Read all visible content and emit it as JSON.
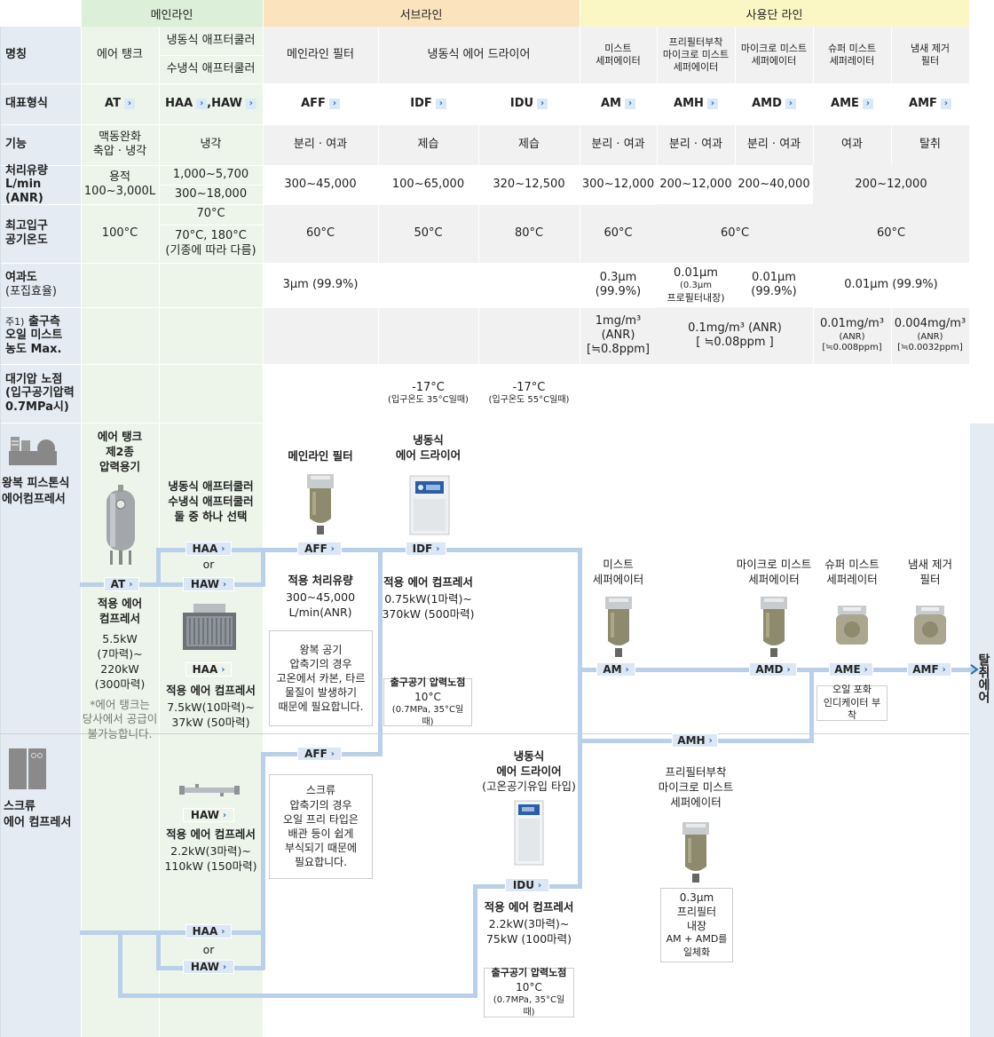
{
  "colors": {
    "main_header": "#dcefd8",
    "sub_header": "#fbe3bd",
    "use_header": "#fbf7c5",
    "main_band": "#edf5ea",
    "label_col": "#e4ebf2",
    "row_alt": "#f1f1f1",
    "pipe": "#b8d0ea",
    "tag_bg": "#dbe7f4",
    "accent": "#2a6db0"
  },
  "headers": {
    "main": "메인라인",
    "sub": "서브라인",
    "use": "사용단 라인"
  },
  "row_labels": {
    "name": "명칭",
    "model": "대표형식",
    "function": "기능",
    "flow": [
      "처리유량",
      "L/min (ANR)"
    ],
    "max_temp": [
      "최고입구",
      "공기온도"
    ],
    "filtration": [
      "여과도",
      "(포집효율)"
    ],
    "oil": [
      "출구측",
      "오일 미스트",
      "농도 Max."
    ],
    "oil_note": "주1)",
    "dew": [
      "대기압 노점",
      "(입구공기압력",
      "0.7MPa시)"
    ]
  },
  "names": {
    "tank": "에어 탱크",
    "aftercooler_1": "냉동식 애프터쿨러",
    "aftercooler_2": "수냉식 애프터쿨러",
    "main_filter": "메인라인 필터",
    "dryer": "냉동식 에어 드라이어",
    "am": [
      "미스트",
      "세퍼에이터"
    ],
    "amh": [
      "프리필터부착",
      "마이크로 미스트",
      "세퍼에이터"
    ],
    "amd": [
      "마이크로 미스트",
      "세퍼에이터"
    ],
    "ame": [
      "슈퍼 미스트",
      "세퍼레이터"
    ],
    "amf": [
      "냄새 제거",
      "필터"
    ]
  },
  "models": {
    "at": "AT",
    "haa_haw": "HAA",
    "haw": "HAW",
    "comma": ", ",
    "aff": "AFF",
    "idf": "IDF",
    "idu": "IDU",
    "am": "AM",
    "amh": "AMH",
    "amd": "AMD",
    "ame": "AME",
    "amf": "AMF"
  },
  "functions": {
    "tank": [
      "맥동완화",
      "축압 · 냉각"
    ],
    "cooler": "냉각",
    "aff": "분리 · 여과",
    "idf": "제습",
    "idu": "제습",
    "am": "분리 · 여과",
    "amh": "분리 · 여과",
    "amd": "분리 · 여과",
    "ame": "여과",
    "amf": "탈취"
  },
  "flow": {
    "tank": [
      "용적",
      "100~3,000L"
    ],
    "haa": "1,000~5,700",
    "haw": "300~18,000",
    "aff": "300~45,000",
    "idf": "100~65,000",
    "idu": "320~12,500",
    "am": "300~12,000",
    "amh": "200~12,000",
    "amd": "200~40,000",
    "ame_amf": "200~12,000"
  },
  "temp": {
    "tank": "100°C",
    "haa": "70°C",
    "haw": [
      "70°C, 180°C",
      "(기종에 따라 다름)"
    ],
    "aff": "60°C",
    "idf": "50°C",
    "idu": "80°C",
    "am": "60°C",
    "amh_amd": "60°C",
    "ame_amf": "60°C"
  },
  "filtration": {
    "aff": "3μm (99.9%)",
    "am": [
      "0.3μm",
      "(99.9%)"
    ],
    "amh": [
      "0.01μm",
      "(0.3μm",
      "프로필터내장)"
    ],
    "amd": [
      "0.01μm",
      "(99.9%)"
    ],
    "ame_amf": "0.01μm (99.9%)"
  },
  "oil": {
    "am": [
      "1mg/m³",
      "(ANR)",
      "[≒0.8ppm]"
    ],
    "amh_amd": [
      "0.1mg/m³ (ANR)",
      "[ ≒0.08ppm ]"
    ],
    "ame": [
      "0.01mg/m³",
      "(ANR)",
      "[≒0.008ppm]"
    ],
    "amf": [
      "0.004mg/m³",
      "(ANR)",
      "[≒0.0032ppm]"
    ]
  },
  "dew": {
    "idf": [
      "-17°C",
      "(입구온도 35°C일때)"
    ],
    "idu": [
      "-17°C",
      "(입구온도 55°C일때)"
    ]
  },
  "diagram": {
    "piston": [
      "왕복 피스톤식",
      "에어컴프레서"
    ],
    "screw": [
      "스크류",
      "에어 컴프레서"
    ],
    "tank_title": [
      "에어 탱크",
      "제2종",
      "압력용기"
    ],
    "cooler_title": [
      "냉동식 애프터쿨러",
      "수냉식 애프터쿨러",
      "둘 중 하나 선택"
    ],
    "or": "or",
    "tank_comp": [
      "적용 에어",
      "컴프레서",
      "5.5kW",
      "(7마력)~",
      "220kW",
      "(300마력)"
    ],
    "tank_note": [
      "*에어 탱크는",
      "당사에서 공급이",
      "불가능합니다."
    ],
    "haa_comp": [
      "적용 에어 컴프레서",
      "7.5kW(10마력)~",
      "37kW  (50마력)"
    ],
    "haw_comp": [
      "적용 에어 컴프레서",
      "2.2kW(3마력)~",
      "110kW  (150마력)"
    ],
    "aff_title": "메인라인 필터",
    "aff_flow": [
      "적용 처리유량",
      "300~45,000",
      "L/min(ANR)"
    ],
    "aff_note1": [
      "왕복 공기",
      "압축기의 경우",
      "고온에서 카본,  타르",
      "물질이 발생하기",
      "때문에 필요합니다."
    ],
    "aff_note2": [
      "스크류",
      "압축기의 경우",
      "오일 프리 타입은",
      "배관 등이 쉽게",
      "부식되기 때문에",
      "필요합니다."
    ],
    "idf_title": [
      "냉동식",
      "에어 드라이어"
    ],
    "idf_comp": [
      "적용 에어 컴프레서",
      "0.75kW(1마력)~",
      "370kW  (500마력)"
    ],
    "idf_dew": [
      "출구공기 압력노점",
      "10°C",
      "(0.7MPa, 35°C일때)"
    ],
    "idu_title": [
      "냉동식",
      "에어 드라이어",
      "(고온공기유입 타입)"
    ],
    "idu_comp": [
      "적용 에어 컴프레서",
      "2.2kW(3마력)~",
      "75kW  (100마력)"
    ],
    "idu_dew": [
      "출구공기 압력노점",
      "10°C",
      "(0.7MPa, 35°C일때)"
    ],
    "am_title": [
      "미스트",
      "세퍼에이터"
    ],
    "amd_title": [
      "마이크로 미스트",
      "세퍼에이터"
    ],
    "ame_title": [
      "슈퍼 미스트",
      "세퍼레이터"
    ],
    "amf_title": [
      "냄새 제거",
      "필터"
    ],
    "ame_note": [
      "오일 포화",
      "인디케이터 부착"
    ],
    "amh_title": [
      "프리필터부착",
      "마이크로 미스트",
      "세퍼에이터"
    ],
    "amh_note": [
      "0.3μm",
      "프리필터",
      "내장",
      "AM + AMD를",
      "일체화"
    ],
    "output": "탈취에어"
  }
}
